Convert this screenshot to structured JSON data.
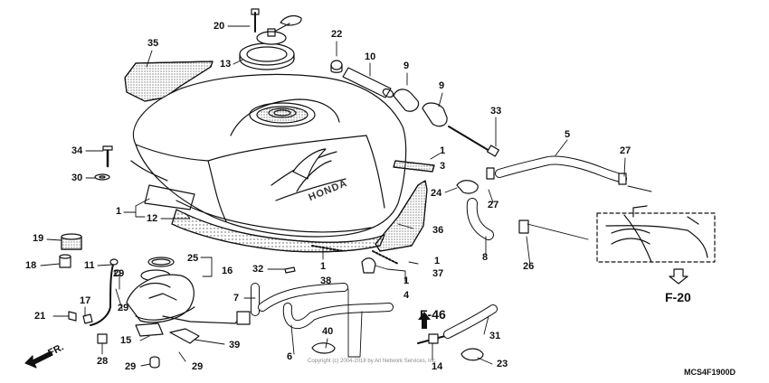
{
  "diagram": {
    "code": "MCS4F1900D",
    "copyright": "Copyright (c) 2004-2018 by Ari Network Services, Inc.",
    "front_label": "FR.",
    "tank_badge": "HONDA",
    "section_refs": {
      "f46": "F-46",
      "f20": "F-20"
    },
    "callouts": {
      "c20": "20",
      "c13": "13",
      "c35": "35",
      "c22": "22",
      "c10": "10",
      "c9a": "9",
      "c9b": "9",
      "c33": "33",
      "c5": "5",
      "c27a": "27",
      "c27b": "27",
      "c34": "34",
      "c30": "30",
      "c1a": "1",
      "c3": "3",
      "c24": "24",
      "c1b": "1",
      "c12": "12",
      "c36": "36",
      "c8": "8",
      "c26": "26",
      "c19": "19",
      "c18": "18",
      "c11": "11",
      "c29a": "29",
      "c25": "25",
      "c16": "16",
      "c32": "32",
      "c1c": "1",
      "c38": "38",
      "c1d": "1",
      "c37": "37",
      "c1e": "1",
      "c4": "4",
      "c7": "7",
      "c17": "17",
      "c21": "21",
      "c29b": "29",
      "c15": "15",
      "c39": "39",
      "c28": "28",
      "c29c": "29",
      "c29d": "29",
      "c6": "6",
      "c40": "40",
      "c31": "31",
      "c14": "14",
      "c23": "23"
    }
  }
}
